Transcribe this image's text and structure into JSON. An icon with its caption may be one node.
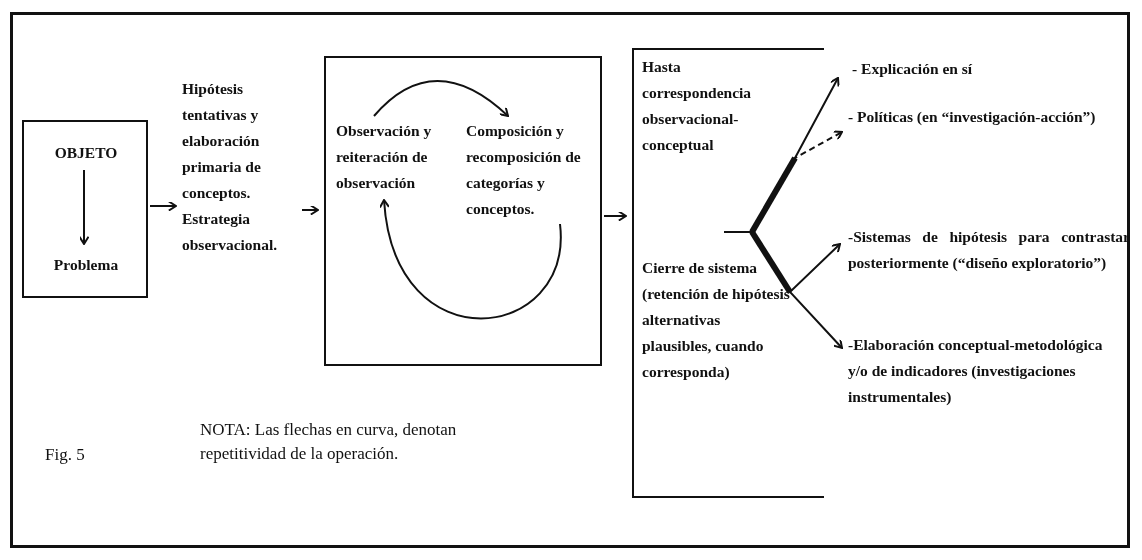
{
  "diagram": {
    "nodes": [
      {
        "text": [],
        "shape": "box"
      },
      {
        "text": [
          "OBJETO"
        ],
        "in": 0
      },
      {
        "text": [
          "Problema"
        ],
        "in": 0
      },
      {
        "text": [
          "Hipótesis tentativas y elaboración primaria de conceptos. Estrategia observacional."
        ]
      },
      {
        "text": [],
        "shape": "box"
      },
      {
        "text": [
          "Observación y reiteración de observación"
        ],
        "in": 4
      },
      {
        "text": [
          "Composición y recomposición de categorías y conceptos."
        ],
        "in": 4
      },
      {
        "text": [
          "Hasta correspondencia observacional-conceptual",
          "Cierre de sistema (retención de hipótesis alternativas plausibles, cuando corresponda)"
        ]
      },
      {
        "text": [
          "- Explicación en sí"
        ]
      },
      {
        "text": [
          "- Políticas (en “investigación-acción”)"
        ]
      },
      {
        "text": [
          "-Sistemas de hipótesis para contrastar posteriormente (“diseño exploratorio”)"
        ]
      },
      {
        "text": [
          "-Elaboración conceptual-metodológica y/o de indicadores (investigaciones instrumentales)"
        ]
      }
    ],
    "edges": [
      {
        "from": 1,
        "to": 2,
        "arrow": "to"
      },
      {
        "from": 0,
        "to": 3,
        "arrow": "to"
      },
      {
        "from": 3,
        "to": 4,
        "arrow": "to"
      },
      {
        "from": 5,
        "to": 6,
        "arrow": "to"
      },
      {
        "from": 6,
        "to": 5,
        "arrow": "to"
      },
      {
        "from": 4,
        "to": 7,
        "arrow": "to"
      },
      {
        "from": 7,
        "to": 8,
        "arrow": "to"
      },
      {
        "from": 7,
        "to": 9,
        "arrow": "to",
        "style": "dashed"
      },
      {
        "from": 7,
        "to": 10,
        "arrow": "to"
      },
      {
        "from": 7,
        "to": 11,
        "arrow": "to"
      }
    ],
    "labels": [
      "NOTA: Las flechas en curva, denotan repetitividad de la operación.",
      "Fig. 5"
    ]
  }
}
